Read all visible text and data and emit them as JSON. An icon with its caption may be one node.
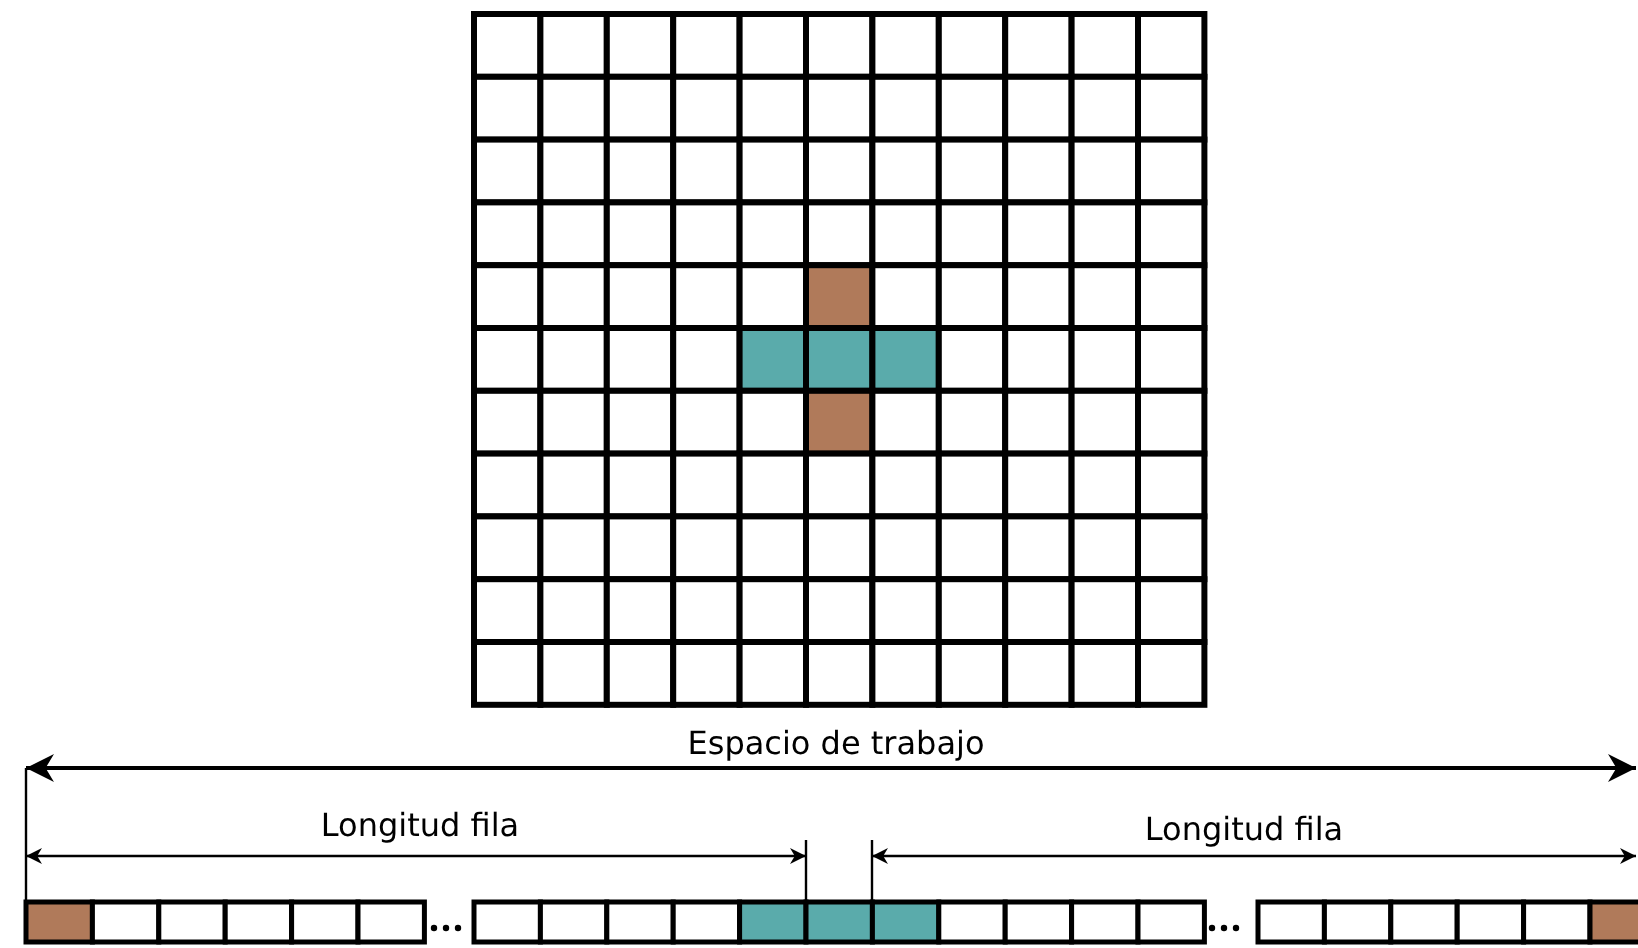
{
  "diagram": {
    "labels": [
      "Espacio de trabajo",
      "Longitud fila",
      "Longitud fila"
    ]
  }
}
